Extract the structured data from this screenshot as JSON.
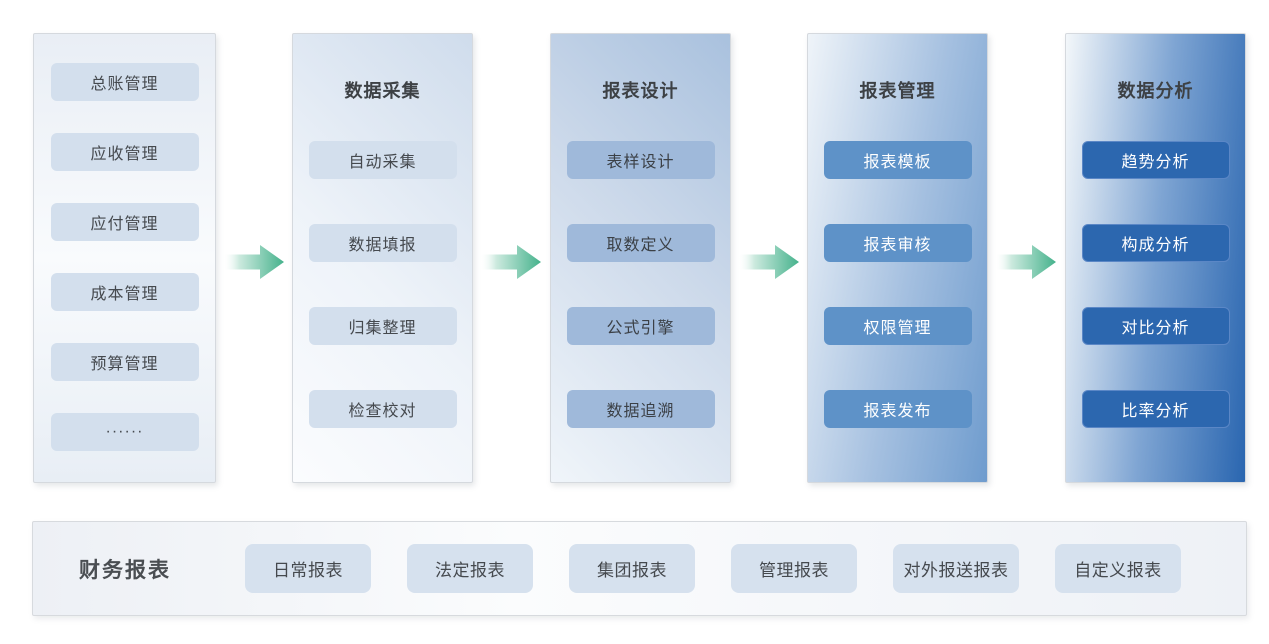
{
  "diagram": {
    "columns": [
      {
        "id": "source-modules",
        "title": "",
        "items": [
          "总账管理",
          "应收管理",
          "应付管理",
          "成本管理",
          "预算管理",
          "······"
        ]
      },
      {
        "id": "data-collection",
        "title": "数据采集",
        "items": [
          "自动采集",
          "数据填报",
          "归集整理",
          "检查校对"
        ]
      },
      {
        "id": "report-design",
        "title": "报表设计",
        "items": [
          "表样设计",
          "取数定义",
          "公式引擎",
          "数据追溯"
        ]
      },
      {
        "id": "report-management",
        "title": "报表管理",
        "items": [
          "报表模板",
          "报表审核",
          "权限管理",
          "报表发布"
        ]
      },
      {
        "id": "data-analysis",
        "title": "数据分析",
        "items": [
          "趋势分析",
          "构成分析",
          "对比分析",
          "比率分析"
        ]
      }
    ],
    "bottom_bar": {
      "label": "财务报表",
      "items": [
        "日常报表",
        "法定报表",
        "集团报表",
        "管理报表",
        "对外报送报表",
        "自定义报表"
      ]
    },
    "colors": {
      "arrow_green": "#45b28c",
      "light_chip": "#d3dfed",
      "level2_chip": "#9fb9da",
      "level3_chip": "#5e92c8",
      "level4_chip": "#2c67af",
      "deep_blue_panel": "#2a66b0",
      "title_text": "#3d4145"
    }
  }
}
